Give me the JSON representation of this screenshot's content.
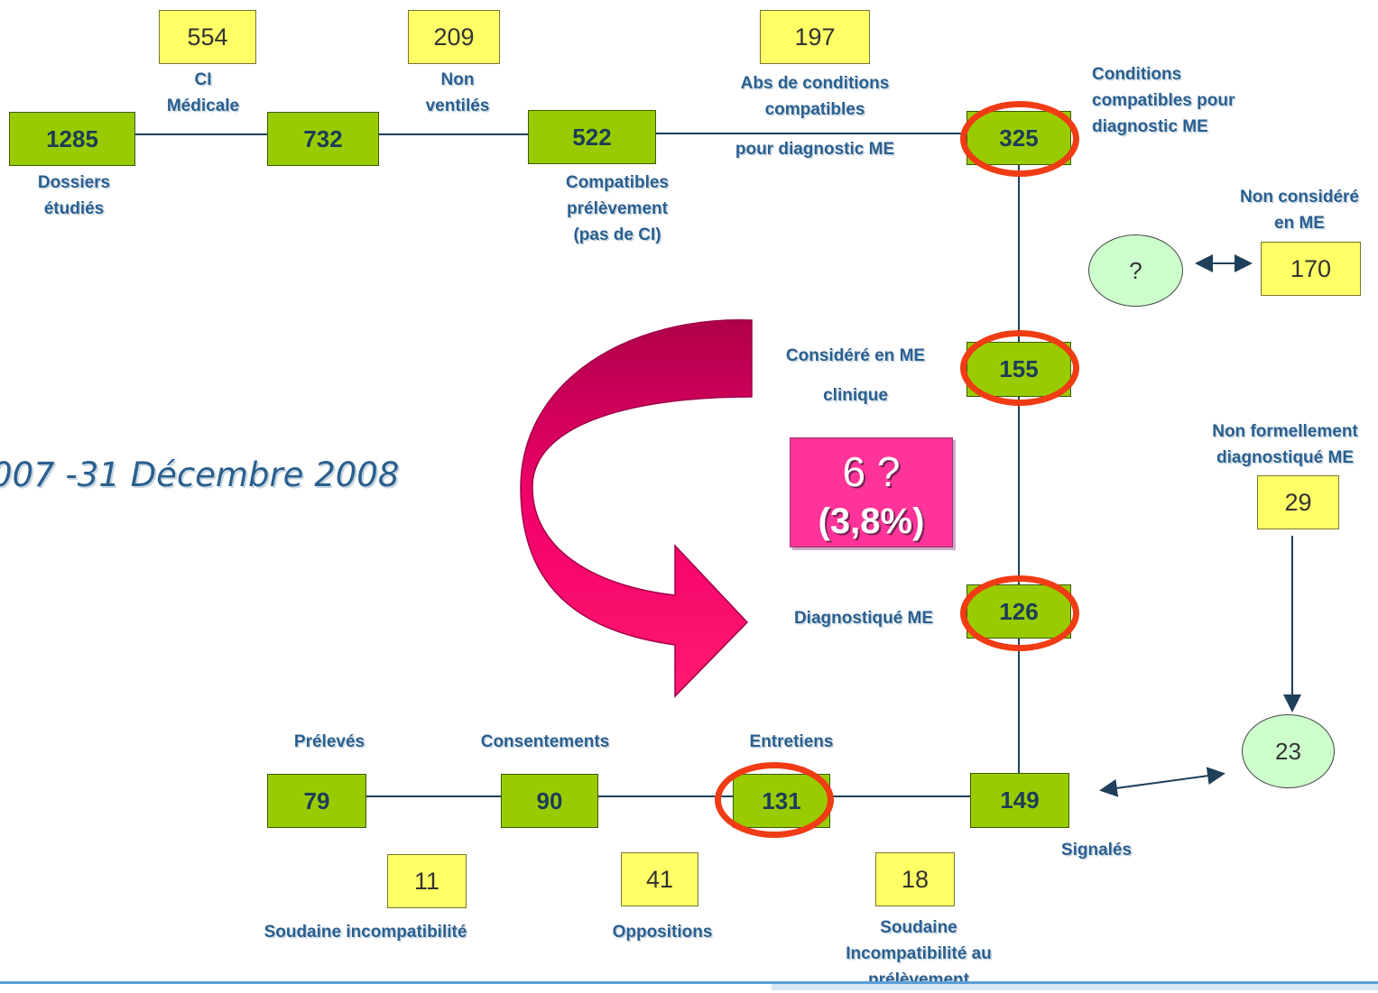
{
  "period": "007 -31 Décembre 2008",
  "nodes": {
    "n1285": "1285",
    "n732": "732",
    "n522": "522",
    "n325": "325",
    "n155": "155",
    "n126": "126",
    "n149": "149",
    "n131": "131",
    "n90": "90",
    "n79": "79"
  },
  "losses": {
    "l554": "554",
    "l209": "209",
    "l197": "197",
    "l170": "170",
    "l29": "29",
    "l11": "11",
    "l41": "41",
    "l18": "18"
  },
  "circles": {
    "question": "?",
    "c23": "23"
  },
  "labels": {
    "dossiers": [
      "Dossiers",
      "étudiés"
    ],
    "ci_medicale": [
      "CI",
      "Médicale"
    ],
    "non_ventiles": [
      "Non",
      "ventilés"
    ],
    "compatibles": [
      "Compatibles",
      "prélèvement",
      "(pas de CI)"
    ],
    "abs_conditions": [
      "Abs de conditions",
      "compatibles"
    ],
    "pour_diag": "pour diagnostic ME",
    "conditions_compatibles": [
      "Conditions",
      "compatibles pour",
      "diagnostic ME"
    ],
    "non_considere": [
      "Non considéré",
      "en ME"
    ],
    "considere": "Considéré en ME",
    "clinique": "clinique",
    "non_formellement": [
      "Non formellement",
      "diagnostiqué ME"
    ],
    "diagnostique": "Diagnostiqué ME",
    "preleves": "Prélevés",
    "consentements": "Consentements",
    "entretiens": "Entretiens",
    "signales": "Signalés",
    "soudaine_incompat": "Soudaine incompatibilité",
    "oppositions": "Oppositions",
    "soudaine_prelev": [
      "Soudaine",
      "Incompatibilité au",
      "prélèvement"
    ]
  },
  "callout": {
    "count": "6 ?",
    "percent": "(3,8%)"
  },
  "colors": {
    "node_fill": "#99cc00",
    "loss_fill": "#ffff66",
    "label_text": "#2a5f8f",
    "highlight": "#f03c15",
    "callout_fill": "#ff3399",
    "arrow_fill": "#e8005a"
  }
}
